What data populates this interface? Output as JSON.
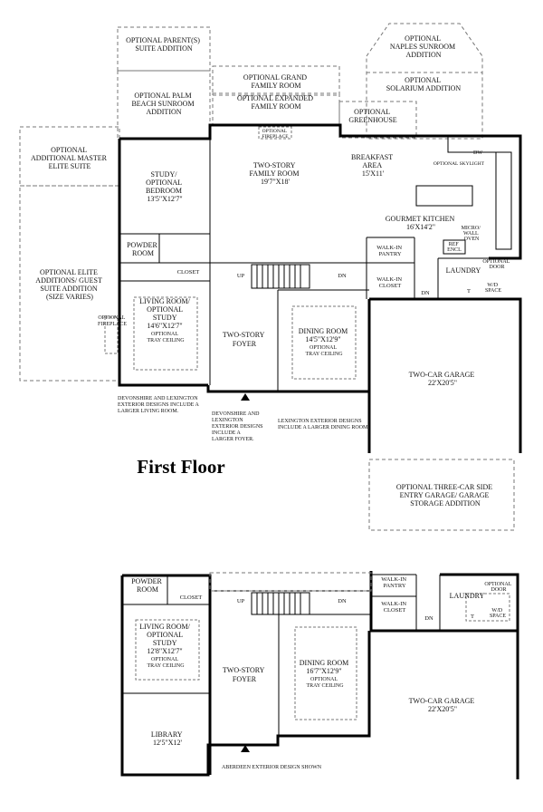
{
  "heading": "First Floor",
  "upper_plan": {
    "optional_parents_suite": [
      "OPTIONAL PARENT(S)",
      "SUITE ADDITION"
    ],
    "optional_palm_beach": [
      "OPTIONAL PALM",
      "BEACH SUNROOM",
      "ADDITION"
    ],
    "optional_grand_family": [
      "OPTIONAL GRAND",
      "FAMILY ROOM"
    ],
    "optional_expanded_family": [
      "OPTIONAL EXPANDED",
      "FAMILY ROOM"
    ],
    "optional_naples_sunroom": [
      "OPTIONAL",
      "NAPLES SUNROOM",
      "ADDITION"
    ],
    "optional_solarium": [
      "OPTIONAL",
      "SOLARIUM ADDITION"
    ],
    "optional_greenhouse": [
      "OPTIONAL",
      "GREENHOUSE"
    ],
    "optional_master_suite": [
      "OPTIONAL",
      "ADDITIONAL MASTER",
      "ELITE SUITE"
    ],
    "optional_elite_additions": [
      "OPTIONAL ELITE",
      "ADDITIONS/ GUEST",
      "SUITE ADDITION",
      "(SIZE VARIES)"
    ],
    "optional_fireplace_top": [
      "OPTIONAL",
      "FIREPLACE"
    ],
    "family_room": [
      "TWO-STORY",
      "FAMILY ROOM",
      "19'7\"X18'"
    ],
    "study_bedroom": [
      "STUDY/",
      "OPTIONAL",
      "BEDROOM",
      "13'5\"X12'7\""
    ],
    "breakfast_area": [
      "BREAKFAST",
      "AREA",
      "15'X11'"
    ],
    "optional_skylight": "OPTIONAL SKYLIGHT",
    "dw": "DW",
    "gourmet_kitchen": [
      "GOURMET KITCHEN",
      "16'X14'2\""
    ],
    "micro_wall_oven": [
      "MICRO/",
      "WALL",
      "OVEN"
    ],
    "ref_encl": [
      "REF",
      "ENCL"
    ],
    "powder_room": [
      "POWDER",
      "ROOM"
    ],
    "closet": "CLOSET",
    "walk_in_pantry": [
      "WALK-IN",
      "PANTRY"
    ],
    "walk_in_closet": [
      "WALK-IN",
      "CLOSET"
    ],
    "laundry": "LAUNDRY",
    "optional_door": [
      "OPTIONAL",
      "DOOR"
    ],
    "wd_space": [
      "W/D",
      "SPACE"
    ],
    "up": "UP",
    "dn": "DN",
    "t": "T",
    "living_room": [
      "LIVING ROOM/",
      "OPTIONAL",
      "STUDY",
      "14'6\"X12'7\"",
      "OPTIONAL",
      "TRAY CEILING"
    ],
    "optional_fireplace_left": [
      "OPTIONAL",
      "FIREPLACE"
    ],
    "foyer": [
      "TWO-STORY",
      "FOYER"
    ],
    "dining_room": [
      "DINING ROOM",
      "14'5\"X12'9\"",
      "OPTIONAL",
      "TRAY CEILING"
    ],
    "garage": [
      "TWO-CAR GARAGE",
      "22'X20'5\""
    ],
    "note_devonshire_living": [
      "DEVONSHIRE AND LEXINGTON",
      "EXTERIOR DESIGNS INCLUDE A",
      "LARGER LIVING ROOM."
    ],
    "note_devonshire_foyer": [
      "DEVONSHIRE AND",
      "LEXINGTON",
      "EXTERIOR DESIGNS",
      "INCLUDE A",
      "LARGER FOYER."
    ],
    "note_lexington_dining": [
      "LEXINGTON EXTERIOR DESIGNS",
      "INCLUDE A LARGER DINING ROOM."
    ],
    "optional_three_car": [
      "OPTIONAL THREE-CAR SIDE",
      "ENTRY GARAGE/ GARAGE",
      "STORAGE ADDITION"
    ]
  },
  "lower_plan": {
    "powder_room": [
      "POWDER",
      "ROOM"
    ],
    "closet": "CLOSET",
    "up": "UP",
    "dn": "DN",
    "walk_in_pantry": [
      "WALK-IN",
      "PANTRY"
    ],
    "walk_in_closet": [
      "WALK-IN",
      "CLOSET"
    ],
    "laundry": "LAUNDRY",
    "optional_door": [
      "OPTIONAL",
      "DOOR"
    ],
    "wd_space": [
      "W/D",
      "SPACE"
    ],
    "t": "T",
    "living_room": [
      "LIVING ROOM/",
      "OPTIONAL",
      "STUDY",
      "12'8\"X12'7\"",
      "OPTIONAL",
      "TRAY CEILING"
    ],
    "foyer": [
      "TWO-STORY",
      "FOYER"
    ],
    "dining_room": [
      "DINING ROOM",
      "16'7\"X12'9\"",
      "OPTIONAL",
      "TRAY CEILING"
    ],
    "garage": [
      "TWO-CAR GARAGE",
      "22'X20'5\""
    ],
    "library": [
      "LIBRARY",
      "12'5\"X12'"
    ],
    "note_aberdeen": "ABERDEEN EXTERIOR DESIGN SHOWN"
  }
}
